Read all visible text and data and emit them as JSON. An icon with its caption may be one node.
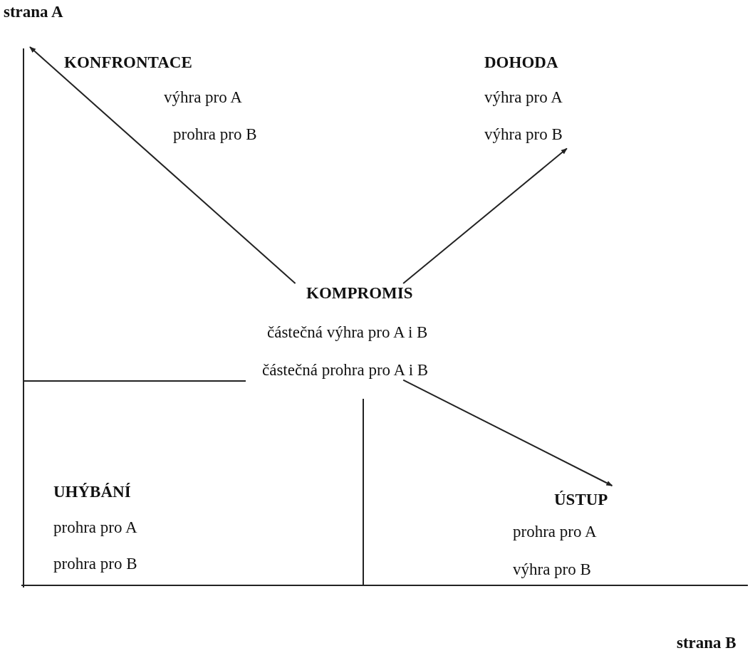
{
  "diagram": {
    "nodes": [
      {
        "text": [
          "KONFRONTACE",
          "výhra pro A",
          "prohra pro B"
        ]
      },
      {
        "text": [
          "DOHODA",
          "výhra pro A",
          "výhra pro B"
        ]
      },
      {
        "text": [
          "KOMPROMIS",
          "částečná výhra pro A i B",
          "částečná prohra pro A i B"
        ]
      },
      {
        "text": [
          "UHÝBÁNÍ",
          "prohra pro A",
          "prohra pro B"
        ]
      },
      {
        "text": [
          "ÚSTUP",
          "prohra pro A",
          "výhra pro B"
        ]
      }
    ],
    "edges": [
      {
        "from": 2,
        "to": 0,
        "arrow": "to"
      },
      {
        "from": 2,
        "to": 1,
        "arrow": "to"
      },
      {
        "from": 2,
        "to": 4,
        "arrow": "to"
      }
    ],
    "labels": [
      "strana A",
      "strana B"
    ]
  }
}
